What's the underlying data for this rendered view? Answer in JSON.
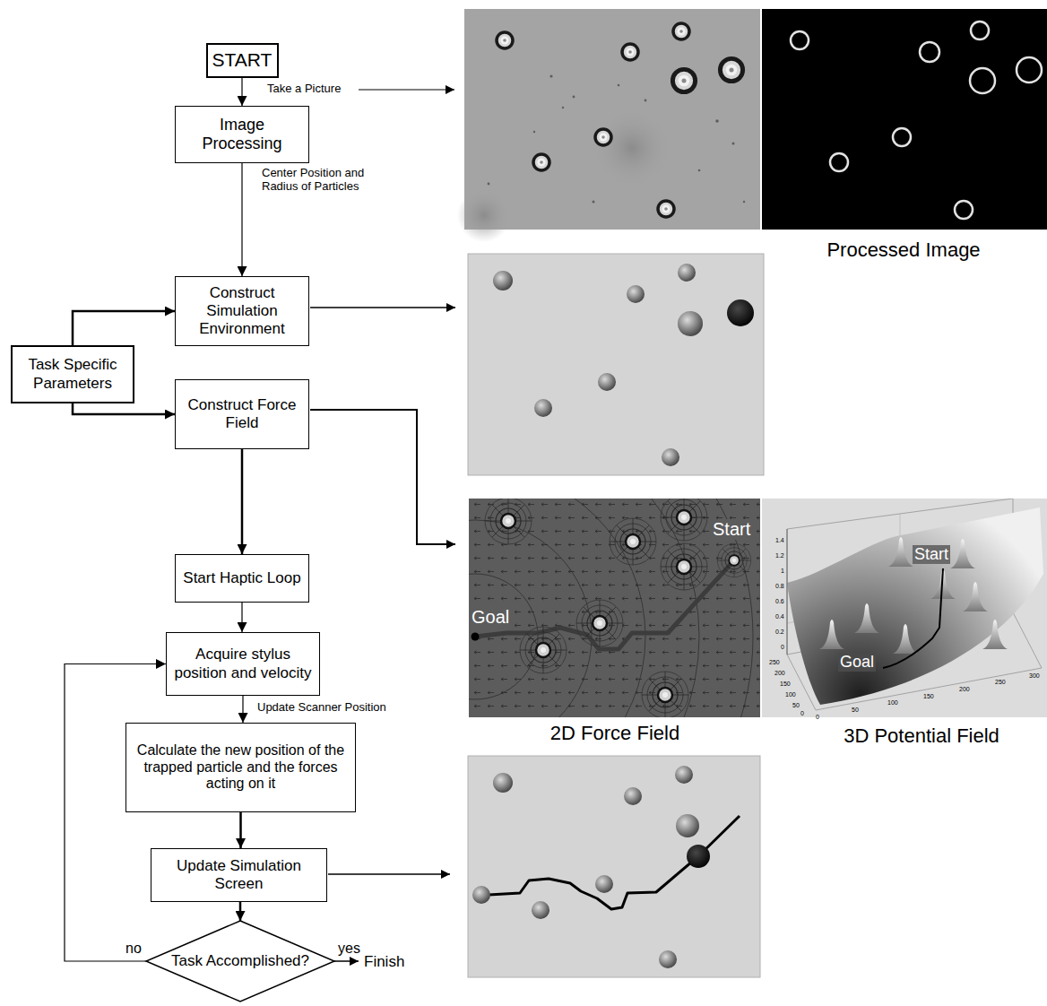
{
  "diagram": {
    "nodes": [
      {
        "text": [
          "START"
        ]
      },
      {
        "text": [
          "Image Processing"
        ]
      },
      {
        "text": [
          "Construct Simulation Environment"
        ]
      },
      {
        "text": [
          "Task Specific Parameters"
        ]
      },
      {
        "text": [
          "Construct Force Field"
        ]
      },
      {
        "text": [
          "Start Haptic Loop"
        ]
      },
      {
        "text": [
          "Acquire stylus position and velocity"
        ]
      },
      {
        "text": [
          "Calculate the new position of the trapped particle and the forces acting on it"
        ]
      },
      {
        "text": [
          "Update Simulation Screen"
        ]
      },
      {
        "text": [
          "Task Accomplished?"
        ]
      }
    ],
    "edges": [
      {
        "from": 0,
        "to": 1,
        "arrow": "to"
      },
      {
        "from": 1,
        "to": 2,
        "label": "Center Position and Radius of Particles",
        "arrow": "to"
      },
      {
        "from": 3,
        "to": 2,
        "arrow": "to"
      },
      {
        "from": 3,
        "to": 4,
        "arrow": "to"
      },
      {
        "from": 4,
        "to": 5,
        "arrow": "to"
      },
      {
        "from": 5,
        "to": 6,
        "arrow": "to"
      },
      {
        "from": 6,
        "to": 7,
        "label": "Update Scanner Position",
        "arrow": "to"
      },
      {
        "from": 7,
        "to": 8,
        "arrow": "to"
      },
      {
        "from": 8,
        "to": 9,
        "arrow": "to"
      },
      {
        "from": 9,
        "to": 6,
        "label": "no",
        "arrow": "to"
      }
    ],
    "labels": [
      "Take a Picture",
      "Processed Image",
      "Start",
      "Goal",
      "Start",
      "Goal",
      "1.4",
      "1.2",
      "1",
      "0.8",
      "0.6",
      "0.4",
      "0.2",
      "0",
      "250",
      "200",
      "150",
      "100",
      "50",
      "0",
      "0",
      "50",
      "100",
      "150",
      "200",
      "250",
      "300",
      "2D Force Field",
      "3D Potential Field",
      "yes",
      "Finish"
    ]
  }
}
